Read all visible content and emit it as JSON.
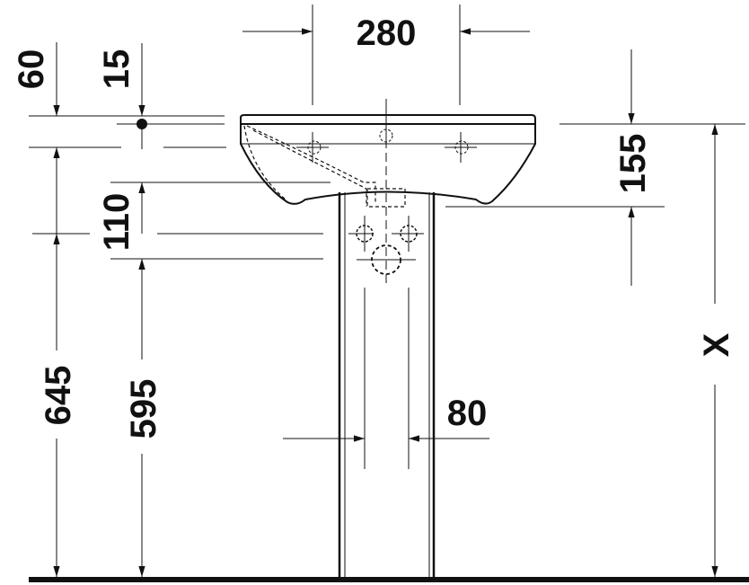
{
  "drawing": {
    "subject": "Washbasin with pedestal - front elevation",
    "line_color": "#111111",
    "background": "#ffffff"
  },
  "dimensions": {
    "tap_hole_spacing": "280",
    "rim_to_overflow": "60",
    "rim_to_tap_axis": "15",
    "basin_depth": "155",
    "waste_offset": "110",
    "rim_height": "645",
    "waste_height": "595",
    "pedestal_opening": "80",
    "variable_height": "X"
  }
}
